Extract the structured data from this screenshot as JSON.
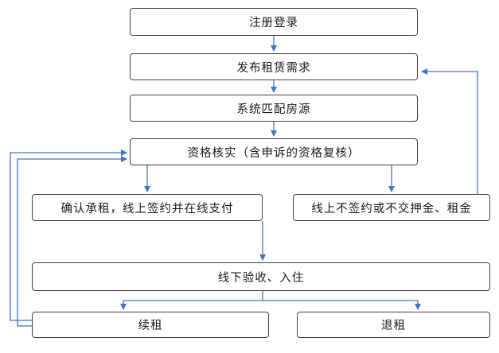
{
  "flowchart": {
    "nodes": [
      {
        "id": "register-login",
        "label": "注册登录"
      },
      {
        "id": "publish-demand",
        "label": "发布租赁需求"
      },
      {
        "id": "match-listing",
        "label": "系统匹配房源"
      },
      {
        "id": "qualification-check",
        "label": "资格核实（含申诉的资格复核）"
      },
      {
        "id": "confirm-lease",
        "label": "确认承租，线上签约并在线支付"
      },
      {
        "id": "no-sign-no-pay",
        "label": "线上不签约或不交押金、租金"
      },
      {
        "id": "offline-checkin",
        "label": "线下验收、入住"
      },
      {
        "id": "renew-lease",
        "label": "续租"
      },
      {
        "id": "end-lease",
        "label": "退租"
      }
    ],
    "colors": {
      "arrow": "#4472C4",
      "border": "#404040",
      "text": "#1a1a1a",
      "background": "#ffffff"
    }
  }
}
